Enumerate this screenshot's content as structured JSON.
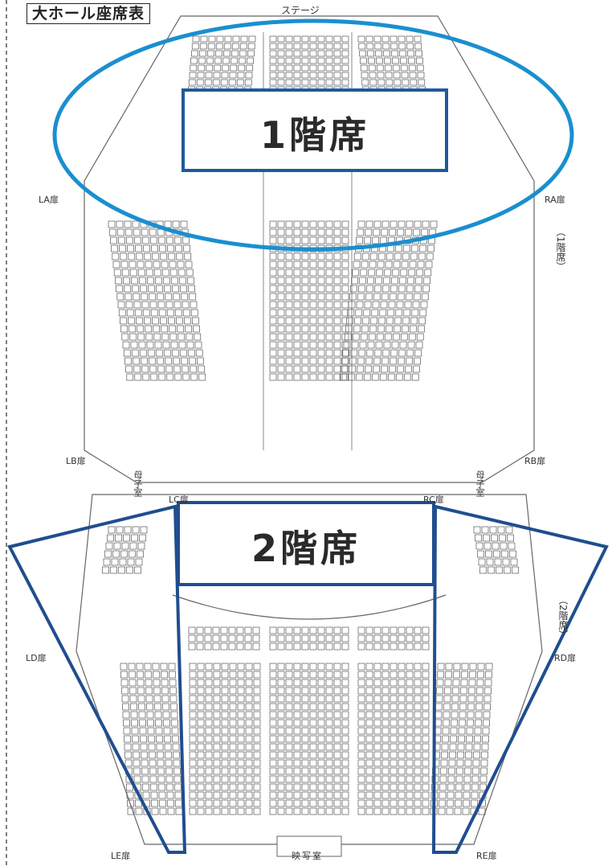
{
  "title": "大ホール座席表",
  "stage_label": "ステージ",
  "floor1_label": "1階席",
  "floor2_label": "2階席",
  "floor1_side_label": "（1階席）",
  "floor2_side_label": "（2階席）",
  "mother_child_room": "母子室",
  "projection_room": "映写室",
  "doors": {
    "LA": "LA扉",
    "RA": "RA扉",
    "LB": "LB扉",
    "RB": "RB扉",
    "LC": "LC扉",
    "RC": "RC扉",
    "LD": "LD扉",
    "RD": "RD扉",
    "LE": "LE扉",
    "RE": "RE扉"
  },
  "colors": {
    "floor1_highlight": "#1a8fcf",
    "floor2_highlight": "#1f4e8f",
    "seat": "#3a3a3a",
    "dashed_border": "#555555"
  }
}
